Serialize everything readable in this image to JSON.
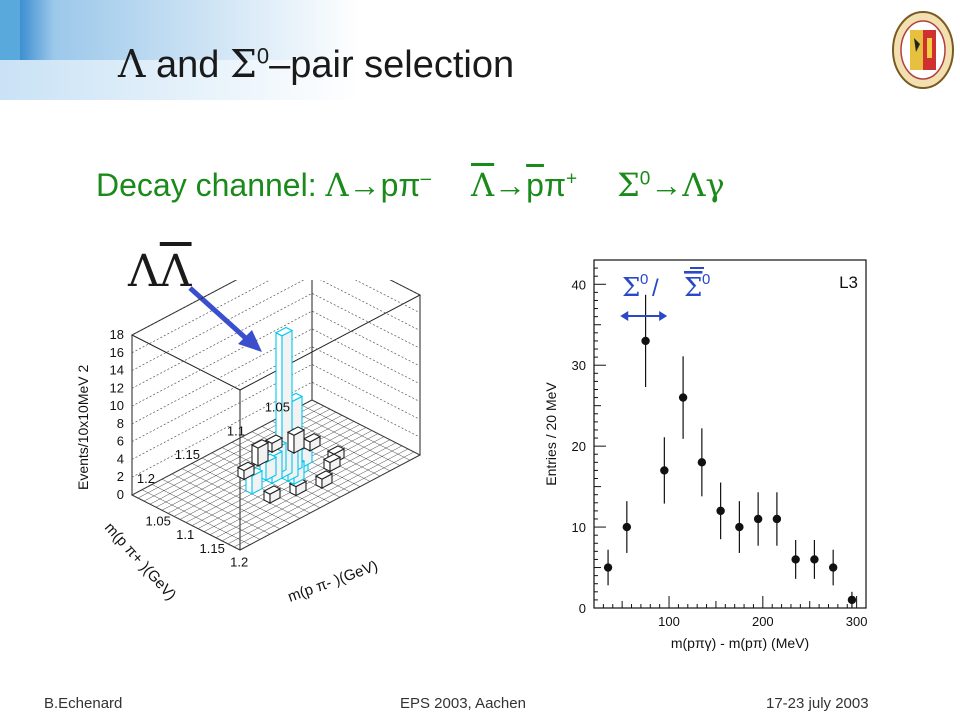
{
  "slide": {
    "title": {
      "sym_lambda": "Λ",
      "and_text": " and ",
      "sym_sigma": "Σ",
      "sup_zero": "0",
      "tail": "–pair selection"
    },
    "subtitle": {
      "label": "Decay channel: ",
      "decay1_parent": "Λ",
      "decay1_products": "pπ",
      "decay1_sup": "–",
      "decay2_parent": "Λ",
      "decay2_products_over": "p",
      "decay2_products_rest": "π",
      "decay2_sup": "+",
      "decay3_parent": "Σ",
      "decay3_sup": "0",
      "decay3_products": "Λγ",
      "arrow": "→"
    },
    "lego_label": {
      "a": "Λ",
      "b": "Λ"
    },
    "footer": {
      "left": "B.Echenard",
      "center": "EPS 2003, Aachen",
      "right": "17-23 july 2003"
    }
  },
  "colors": {
    "title": "#1a1a1a",
    "subtitle": "#1a8a1a",
    "arrow": "#3a4fd0",
    "signal_bars": "#00c8f0",
    "deco_blue": "#5aa9dc",
    "fit_arrow": "#2a48c8"
  },
  "icons": {
    "logo": "university-seal-icon"
  },
  "chart_data": [
    {
      "type": "bar",
      "subtype": "3d-lego-histogram",
      "zlabel": "Events/10x10MeV",
      "zlabel_sup": "2",
      "xlabel": "m(p π",
      "xlabel_sup": "-",
      "xlabel_tail": " )(GeV)",
      "ylabel": "m(p π",
      "ylabel_sup": "+",
      "ylabel_tail": " )(GeV)",
      "zlim": [
        0,
        18
      ],
      "z_ticks": [
        "0",
        "2",
        "4",
        "6",
        "8",
        "10",
        "12",
        "14",
        "16",
        "18"
      ],
      "x_ticks": [
        "1.05",
        "1.1",
        "1.15",
        "1.2"
      ],
      "y_ticks": [
        "1.05",
        "1.1",
        "1.15",
        "1.2"
      ],
      "grid": true,
      "peak_value": 16
    },
    {
      "type": "scatter",
      "title": "L3",
      "annotation": {
        "a": "Σ",
        "a_sup": "0",
        "sep": " / ",
        "b": "Σ",
        "b_sup": "0"
      },
      "xlabel": "m(pπγ) - m(pπ) (MeV)",
      "ylabel": "Entries / 20 MeV",
      "xlim": [
        20,
        310
      ],
      "ylim": [
        0,
        43
      ],
      "x_ticks": [
        100,
        200,
        300
      ],
      "y_ticks": [
        0,
        10,
        20,
        30,
        40
      ],
      "x": [
        35,
        55,
        75,
        95,
        115,
        135,
        155,
        175,
        195,
        215,
        235,
        255,
        275,
        295
      ],
      "y": [
        5,
        10,
        33,
        17,
        26,
        18,
        12,
        10,
        11,
        11,
        6,
        6,
        5,
        1
      ],
      "yerr": [
        2.2,
        3.2,
        5.7,
        4.1,
        5.1,
        4.2,
        3.5,
        3.2,
        3.3,
        3.3,
        2.4,
        2.4,
        2.2,
        1
      ]
    }
  ]
}
